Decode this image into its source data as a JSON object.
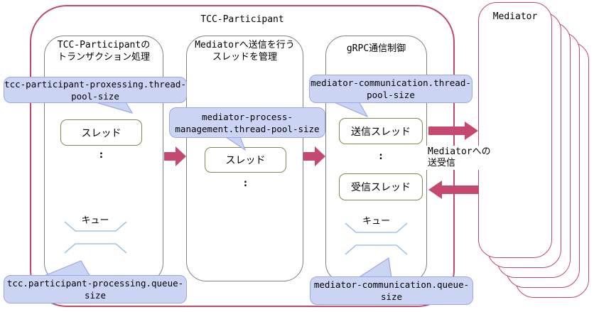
{
  "colors": {
    "pink": "#c1486d",
    "arrow": "#c5496e",
    "gray-border": "#808080",
    "green-border": "#7a8c52",
    "callout-fill": "#ccd4f4",
    "callout-border": "#9aa9e6",
    "queue-line": "#9dc3e6",
    "text": "#000000"
  },
  "outer_label": "TCC-Participant",
  "mediator_label": "Mediator",
  "caption": {
    "line1": "Mediatorへの",
    "line2": "送受信"
  },
  "box1": {
    "title_line1": "TCC-Participantの",
    "title_line2": "トランザクション処理",
    "thread_label": "スレッド",
    "ellipsis": ":",
    "queue_label": "キュー"
  },
  "box2": {
    "title_line1": "Mediatorへ送信を行う",
    "title_line2": "スレッドを管理",
    "thread_label": "スレッド",
    "ellipsis": ":"
  },
  "box3": {
    "title": "gRPC通信制御",
    "send_thread_label": "送信スレッド",
    "recv_thread_label": "受信スレッド",
    "ellipsis": ":",
    "queue_label": "キュー"
  },
  "callouts": {
    "thread_pool_1": {
      "line1": "tcc-participant-proxessing.thread-",
      "line2": "pool-size"
    },
    "queue_1": {
      "line1": "tcc.participant-processing.queue-",
      "line2": "size"
    },
    "thread_pool_2": {
      "line1": "mediator-process-",
      "line2": "management.thread-pool-size"
    },
    "thread_pool_3": {
      "line1": "mediator-communication.thread-",
      "line2": "pool-size"
    },
    "queue_3": {
      "line1": "mediator-communication.queue-",
      "line2": "size"
    }
  }
}
